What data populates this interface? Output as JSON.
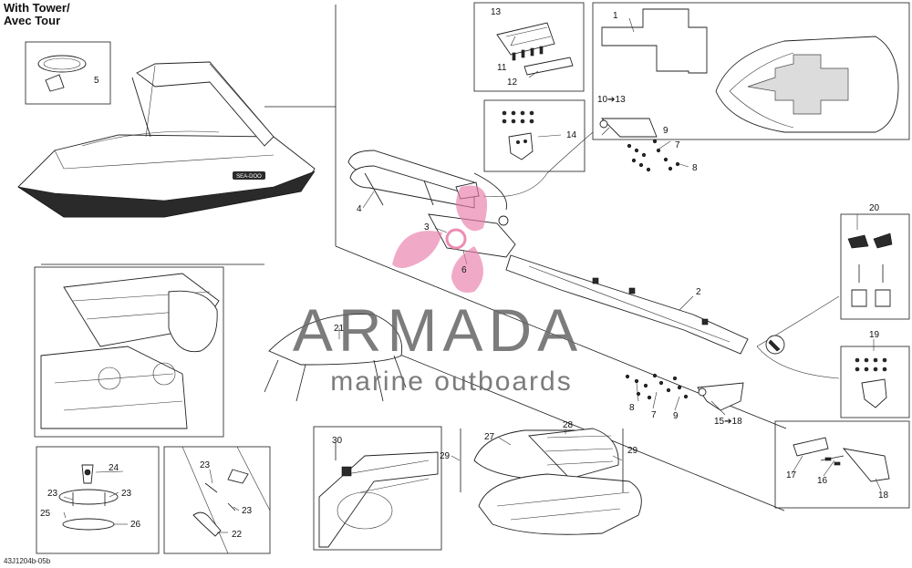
{
  "header": {
    "line1": "With Tower/",
    "line2": "Avec Tour"
  },
  "footer": {
    "code": "43J1204b-05b"
  },
  "watermark": {
    "brand": "ARMADA",
    "tagline": "marine outboards",
    "color": "#e87aa8"
  },
  "hull_badge": "SEA-DOO",
  "callouts": [
    {
      "id": "c1",
      "text": "1"
    },
    {
      "id": "c2",
      "text": "2"
    },
    {
      "id": "c3",
      "text": "3"
    },
    {
      "id": "c4",
      "text": "4"
    },
    {
      "id": "c5",
      "text": "5"
    },
    {
      "id": "c6",
      "text": "6"
    },
    {
      "id": "c7a",
      "text": "7"
    },
    {
      "id": "c7b",
      "text": "7"
    },
    {
      "id": "c8a",
      "text": "8"
    },
    {
      "id": "c8b",
      "text": "8"
    },
    {
      "id": "c9a",
      "text": "9"
    },
    {
      "id": "c9b",
      "text": "9"
    },
    {
      "id": "c10to13",
      "text": "10➔13"
    },
    {
      "id": "c11",
      "text": "11"
    },
    {
      "id": "c12",
      "text": "12"
    },
    {
      "id": "c13",
      "text": "13"
    },
    {
      "id": "c14",
      "text": "14"
    },
    {
      "id": "c15to18",
      "text": "15➔18"
    },
    {
      "id": "c16",
      "text": "16"
    },
    {
      "id": "c17",
      "text": "17"
    },
    {
      "id": "c18",
      "text": "18"
    },
    {
      "id": "c19",
      "text": "19"
    },
    {
      "id": "c20",
      "text": "20"
    },
    {
      "id": "c21",
      "text": "21"
    },
    {
      "id": "c22",
      "text": "22"
    },
    {
      "id": "c23a",
      "text": "23"
    },
    {
      "id": "c23b",
      "text": "23"
    },
    {
      "id": "c23c",
      "text": "23"
    },
    {
      "id": "c23d",
      "text": "23"
    },
    {
      "id": "c24",
      "text": "24"
    },
    {
      "id": "c25",
      "text": "25"
    },
    {
      "id": "c26",
      "text": "26"
    },
    {
      "id": "c27",
      "text": "27"
    },
    {
      "id": "c28",
      "text": "28"
    },
    {
      "id": "c29a",
      "text": "29"
    },
    {
      "id": "c29b",
      "text": "29"
    },
    {
      "id": "c30",
      "text": "30"
    }
  ]
}
